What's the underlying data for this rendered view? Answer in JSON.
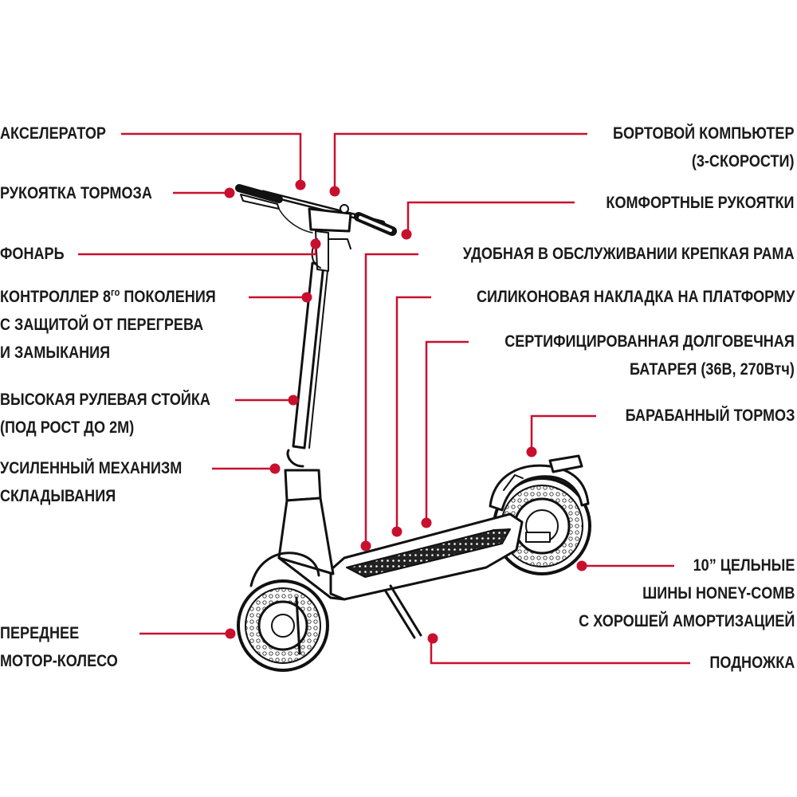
{
  "labels": {
    "accelerator": "АКСЕЛЕРАТОР",
    "brake_lever": "РУКОЯТКА ТОРМОЗА",
    "headlight": "ФОНАРЬ",
    "controller_1": "КОНТРОЛЛЕР 8",
    "controller_sup": "го",
    "controller_1b": " ПОКОЛЕНИЯ",
    "controller_2": "С ЗАЩИТОЙ ОТ ПЕРЕГРЕВА",
    "controller_3": "И ЗАМЫКАНИЯ",
    "stem_1": "ВЫСОКАЯ РУЛЕВАЯ СТОЙКА",
    "stem_2": "(ПОД РОСТ ДО 2М)",
    "folding_1": "УСИЛЕННЫЙ МЕХАНИЗМ",
    "folding_2": "СКЛАДЫВАНИЯ",
    "front_motor_1": "ПЕРЕДНЕЕ",
    "front_motor_2": "МОТОР-КОЛЕСО",
    "computer_1": "БОРТОВОЙ КОМПЬЮТЕР",
    "computer_2": "(3-СКОРОСТИ)",
    "grips": "КОМФОРТНЫЕ РУКОЯТКИ",
    "frame": "УДОБНАЯ В ОБСЛУЖИВАНИИ КРЕПКАЯ РАМА",
    "silicone_pad": "СИЛИКОНОВАЯ НАКЛАДКА НА ПЛАТФОРМУ",
    "battery_1": "СЕРТИФИЦИРОВАННАЯ ДОЛГОВЕЧНАЯ",
    "battery_2": "БАТАРЕЯ (36В, 270Втч)",
    "drum_brake": "БАРАБАННЫЙ ТОРМОЗ",
    "tires_1": "10” ЦЕЛЬНЫЕ",
    "tires_2": "ШИНЫ HONEY-COMB",
    "tires_3": "С ХОРОШЕЙ АМОРТИЗАЦИЕЙ",
    "kickstand": "ПОДНОЖКА"
  },
  "colors": {
    "callout": "#c8102e",
    "text": "#1a1a1a",
    "outline": "#111111"
  }
}
